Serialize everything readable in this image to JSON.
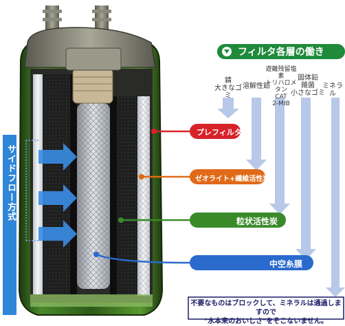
{
  "header": {
    "title": "フィルタ各層の働き"
  },
  "side_label": "サイドフロー方式",
  "removal_columns": [
    {
      "label": "錆\n大きなゴミ"
    },
    {
      "label": "溶解性鉛"
    },
    {
      "label": "遊離残留塩素\nトリハロメタン\nCAT\n2-MIB"
    },
    {
      "label": "固体鉛\n雑菌\n小さなゴミ"
    },
    {
      "label": "ミネラル"
    }
  ],
  "layers": [
    {
      "label": "プレフィルタ",
      "color": "#d8222a"
    },
    {
      "label": "ゼオライト+繊維活性炭",
      "color": "#e06a18"
    },
    {
      "label": "粒状活性炭",
      "color": "#3a8a2a"
    },
    {
      "label": "中空糸膜",
      "color": "#2a6acc"
    }
  ],
  "bottom_note": "不要なものはブロックして、ミネラルは通過しますので\n\"水本来のおいしさ\"をそこないません。",
  "colors": {
    "header_bg": "#1e8a3a",
    "side_bg": "#2f86d8",
    "arrow": "#b8c8e8",
    "flow_arrow": "#3a8ee6"
  }
}
